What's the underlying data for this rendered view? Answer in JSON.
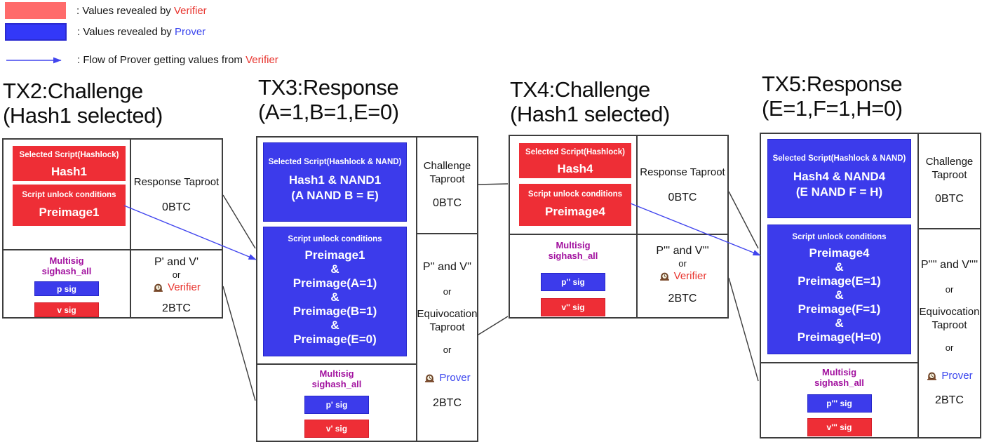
{
  "legend": {
    "rows": [
      {
        "swatch": "verifier-red-swatch",
        "prefix": ": Values revealed by ",
        "actor": "Verifier"
      },
      {
        "swatch": "prover-blue-swatch",
        "prefix": ": Values revealed by ",
        "actor": "Prover"
      },
      {
        "swatch": "flow-arrow",
        "prefix": ": Flow of Prover getting values from ",
        "actor": "Verifier"
      }
    ]
  },
  "tx2": {
    "title1": "TX2:Challenge",
    "title2": "(Hash1 selected)",
    "script": {
      "label": "Selected Script(Hashlock)",
      "value": "Hash1"
    },
    "unlock": {
      "label": "Script unlock conditions",
      "value": "Preimage1"
    },
    "out1": {
      "line1": "Response Taproot",
      "amount": "0BTC"
    },
    "multisig": {
      "line1": "Multisig",
      "line2": "sighash_all"
    },
    "sigs": {
      "p": "p sig",
      "v": "v sig"
    },
    "out2": {
      "line1": "P' and V'",
      "or": "or",
      "actor": "Verifier",
      "amount": "2BTC"
    }
  },
  "tx3": {
    "title1": "TX3:Response",
    "title2": "(A=1,B=1,E=0)",
    "script": {
      "label": "Selected Script(Hashlock & NAND)",
      "line1": "Hash1 & NAND1",
      "line2": "(A NAND B = E)"
    },
    "unlock": {
      "label": "Script unlock conditions",
      "lines": [
        "Preimage1",
        "&",
        "Preimage(A=1)",
        "&",
        "Preimage(B=1)",
        "&",
        "Preimage(E=0)"
      ]
    },
    "out1": {
      "line1": "Challenge",
      "line2": "Taproot",
      "amount": "0BTC"
    },
    "multisig": {
      "line1": "Multisig",
      "line2": "sighash_all"
    },
    "sigs": {
      "p": "p' sig",
      "v": "v' sig"
    },
    "out2": {
      "line1": "P'' and V''",
      "or1": "or",
      "line2": "Equivocation",
      "line3": "Taproot",
      "or2": "or",
      "actor": "Prover",
      "amount": "2BTC"
    }
  },
  "tx4": {
    "title1": "TX4:Challenge",
    "title2": "(Hash1 selected)",
    "script": {
      "label": "Selected Script(Hashlock)",
      "value": "Hash4"
    },
    "unlock": {
      "label": "Script unlock conditions",
      "value": "Preimage4"
    },
    "out1": {
      "line1": "Response Taproot",
      "amount": "0BTC"
    },
    "multisig": {
      "line1": "Multisig",
      "line2": "sighash_all"
    },
    "sigs": {
      "p": "p'' sig",
      "v": "v'' sig"
    },
    "out2": {
      "line1": "P''' and V'''",
      "or": "or",
      "actor": "Verifier",
      "amount": "2BTC"
    }
  },
  "tx5": {
    "title1": "TX5:Response",
    "title2": "(E=1,F=1,H=0)",
    "script": {
      "label": "Selected Script(Hashlock & NAND)",
      "line1": "Hash4 & NAND4",
      "line2": "(E NAND F = H)"
    },
    "unlock": {
      "label": "Script unlock conditions",
      "lines": [
        "Preimage4",
        "&",
        "Preimage(E=1)",
        "&",
        "Preimage(F=1)",
        "&",
        "Preimage(H=0)"
      ]
    },
    "out1": {
      "line1": "Challenge",
      "line2": "Taproot",
      "amount": "0BTC"
    },
    "multisig": {
      "line1": "Multisig",
      "line2": "sighash_all"
    },
    "sigs": {
      "p": "p''' sig",
      "v": "v''' sig"
    },
    "out2": {
      "line1": "P'''' and V''''",
      "or1": "or",
      "line2": "Equivocation",
      "line3": "Taproot",
      "or2": "or",
      "actor": "Prover",
      "amount": "2BTC"
    }
  },
  "colors": {
    "verifier_red": "#EE2E36",
    "prover_blue": "#3C3BEB",
    "legend_red": "#FF6B6B",
    "legend_blue": "#3338F8",
    "multisig_purple": "#A2119F",
    "flow_arrow_blue": "#4145EE"
  },
  "icons": {
    "clock": "timelock-clock"
  }
}
